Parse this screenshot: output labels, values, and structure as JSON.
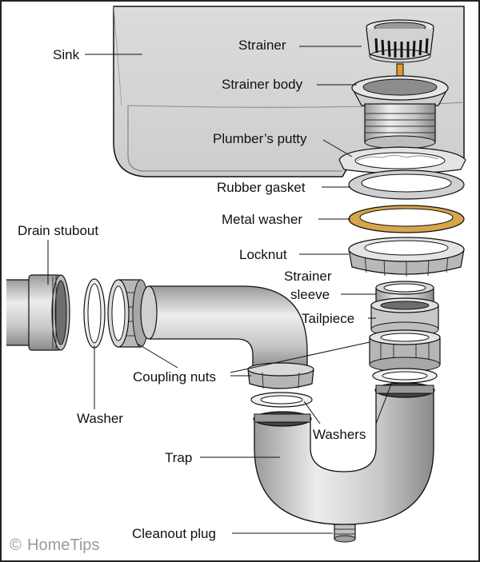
{
  "colors": {
    "line": "#111111",
    "metal": "#c4c4c4",
    "metal_light": "#e8e8e8",
    "metal_dark": "#8c8c8c",
    "brass_washer": "#d7a64a",
    "watermark": "#9a9a9a",
    "background": "#ffffff"
  },
  "labels": {
    "sink": "Sink",
    "strainer": "Strainer",
    "strainer_body": "Strainer body",
    "plumbers_putty": "Plumber’s putty",
    "rubber_gasket": "Rubber gasket",
    "metal_washer": "Metal washer",
    "locknut": "Locknut",
    "drain_stubout": "Drain stubout",
    "strainer_sleeve_line1": "Strainer",
    "strainer_sleeve_line2": "sleeve",
    "tailpiece": "Tailpiece",
    "coupling_nuts": "Coupling nuts",
    "washer": "Washer",
    "washers": "Washers",
    "trap": "Trap",
    "cleanout_plug": "Cleanout plug"
  },
  "watermark": {
    "symbol": "©",
    "text": "HomeTips"
  }
}
